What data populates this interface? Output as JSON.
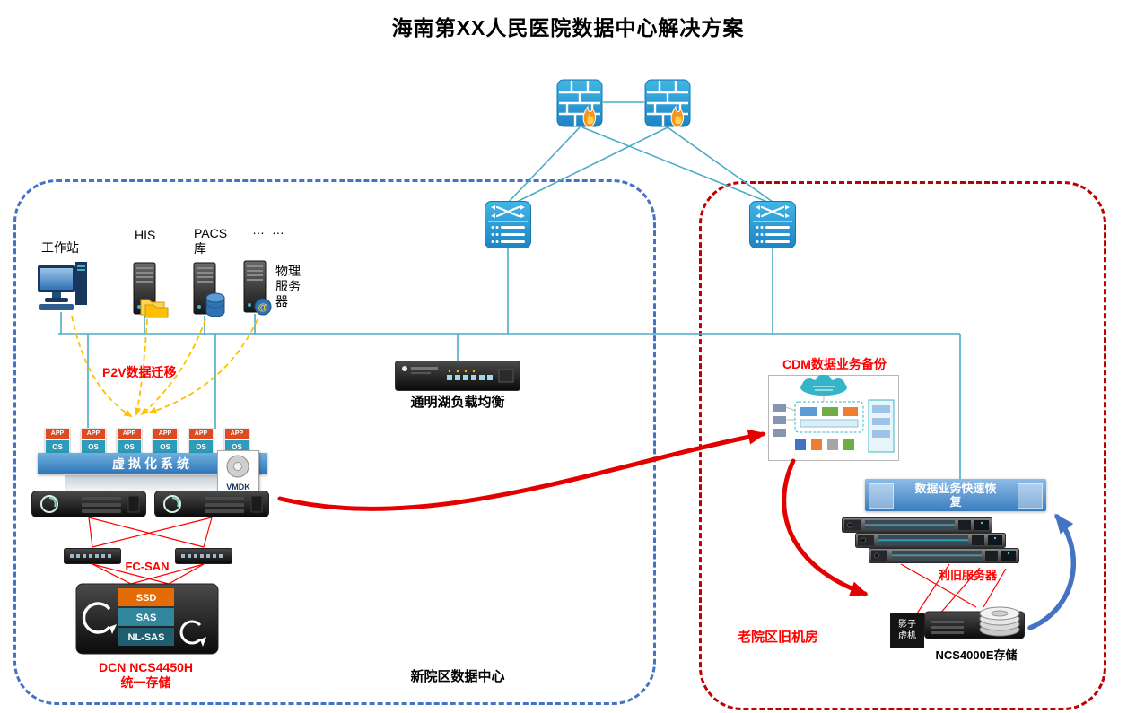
{
  "title": "海南第XX人民医院数据中心解决方案",
  "zones": {
    "new_datacenter": "新院区数据中心",
    "old_machine_room": "老院区旧机房"
  },
  "devices": {
    "workstation": "工作站",
    "his": "HIS",
    "pacs": "PACS\n库",
    "ellipsis": "… …",
    "physical_server": "物理\n服务\n器",
    "load_balancer": "通明湖负载均衡"
  },
  "virtualization": {
    "app": "APP",
    "os": "OS",
    "platform": "虚拟化系统",
    "vmdk": "VMDK"
  },
  "migration": {
    "p2v": "P2V数据迁移"
  },
  "san": {
    "label": "FC-SAN",
    "tiers": [
      "SSD",
      "SAS",
      "NL-SAS"
    ],
    "storage_model": "DCN NCS4450H\n统一存储"
  },
  "backup": {
    "cdm": "CDM数据业务备份",
    "recovery": "数据业务快速恢复",
    "reuse_servers": "利旧服务器",
    "shadow_vm": "影子虚机",
    "old_storage": "NCS4000E存储"
  },
  "icons": {
    "email": "@"
  },
  "colors": {
    "line": "#4BACC6",
    "zone_new": "#4472C4",
    "zone_old": "#C00000",
    "red_text": "#FF0000",
    "arrow_red": "#E30000",
    "arrow_blue": "#4472C4",
    "arrow_yellow": "#FFC000",
    "tier_ssd": "#E36C09",
    "tier_sas": "#31859C",
    "tier_nlsas": "#1F5E6E"
  }
}
